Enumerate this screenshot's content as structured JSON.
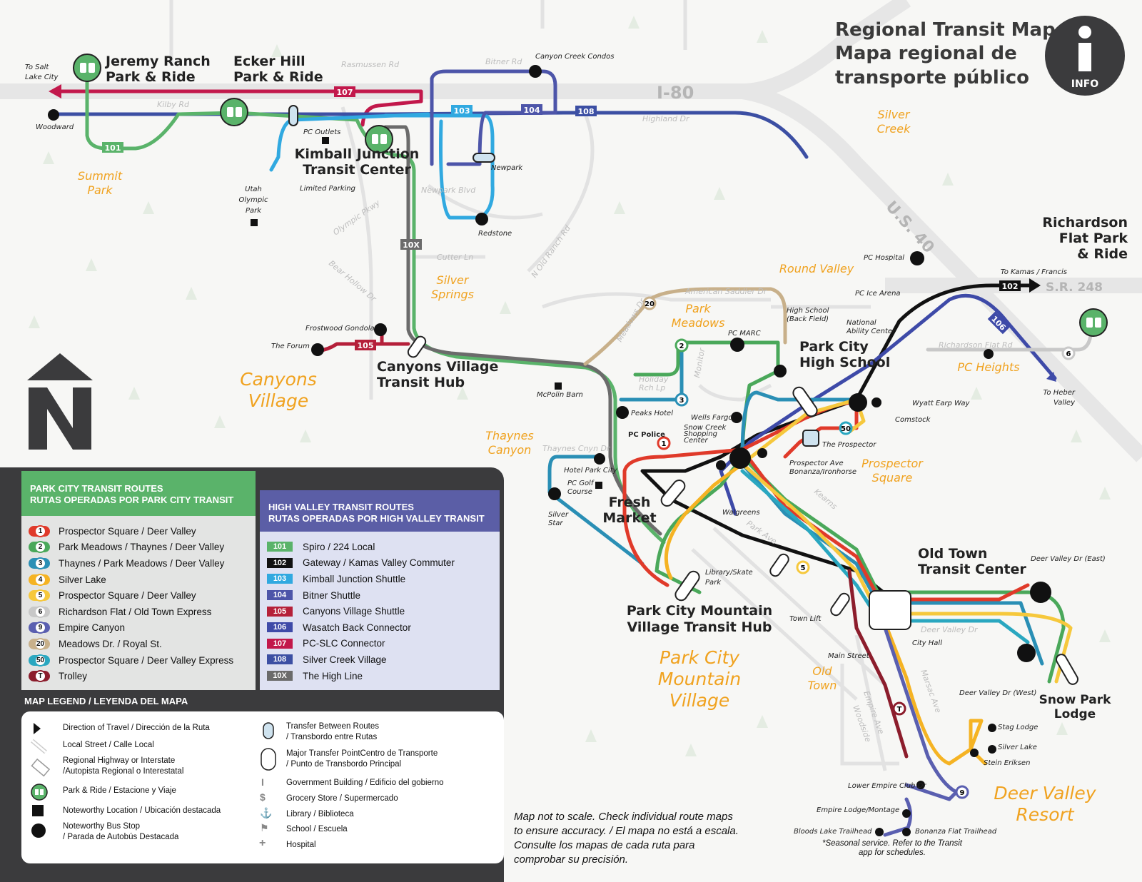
{
  "title": {
    "line1": "Regional Transit Map /",
    "line2": "Mapa regional de",
    "line3": "transporte público"
  },
  "info_label": "INFO",
  "colors": {
    "r1": "#e03a2a",
    "r2": "#4aa85a",
    "r3": "#2a8fb5",
    "r4": "#f5b323",
    "r5": "#f6c83c",
    "r6": "#c8c8c8",
    "r9": "#5a5fb0",
    "r20": "#c8b08a",
    "r50": "#2aa7c0",
    "rT": "#8c1d2c",
    "h101": "#5ab36a",
    "h102": "#111111",
    "h103": "#31a9e0",
    "h104": "#4d55a9",
    "h105": "#b5203a",
    "h106": "#3e4aa8",
    "h107": "#c2184b",
    "h108": "#3c4fa3",
    "h10x": "#6b6b6b"
  },
  "places": {
    "to_slc": "To Salt\nLake City",
    "woodward": "Woodward",
    "jeremy_ranch": "Jeremy Ranch\nPark & Ride",
    "ecker_hill": "Ecker Hill\nPark & Ride",
    "pc_outlets": "PC Outlets",
    "kimball": "Kimball Junction\nTransit Center",
    "limited_parking": "Limited Parking",
    "utah_olympic": "Utah\nOlympic\nPark",
    "summit_park": "Summit\nPark",
    "canyon_creek": "Canyon Creek Condos",
    "newpark": "Newpark",
    "redstone": "Redstone",
    "i80": "I-80",
    "silver_creek": "Silver\nCreek",
    "us40": "U.S. 40",
    "silver_springs": "Silver\nSprings",
    "round_valley": "Round Valley",
    "pc_hospital": "PC Hospital",
    "pc_ice": "PC Ice Arena",
    "richardson": "Richardson\nFlat Park\n& Ride",
    "to_kamas": "To Kamas / Francis",
    "sr248": "S.R. 248",
    "national_ability": "National\nAbility Center",
    "high_school_bf": "High School\n(Back Field)",
    "pchs": "Park City\nHigh School",
    "pc_heights": "PC Heights",
    "to_heber": "To Heber\nValley",
    "park_meadows": "Park\nMeadows",
    "pc_marc": "PC MARC",
    "frostwood": "Frostwood Gondola",
    "the_forum": "The Forum",
    "canyons_village": "Canyons\nVillage",
    "canyons_hub": "Canyons Village\nTransit Hub",
    "mcpolin": "McPolin Barn",
    "peaks_hotel": "Peaks Hotel",
    "thaynes_canyon": "Thaynes\nCanyon",
    "pc_police": "PC Police",
    "snow_creek": "Snow Creek\nShopping\nCenter",
    "wells_fargo": "Wells Fargo",
    "wyatt_earp": "Wyatt Earp Way",
    "comstock": "Comstock",
    "prospector": "The Prospector",
    "prospector_ave": "Prospector Ave\nBonanza/Ironhorse",
    "prospector_sq": "Prospector\nSquare",
    "hotel_pc": "Hotel Park City",
    "pc_golf": "PC Golf\nCourse",
    "silver_star": "Silver\nStar",
    "fresh_market": "Fresh\nMarket",
    "walgreens": "Walgreens",
    "library": "Library/Skate\nPark",
    "pcmv_hub": "Park City Mountain\nVillage Transit Hub",
    "pcmv": "Park City\nMountain\nVillage",
    "town_lift": "Town Lift",
    "old_town_tc": "Old Town\nTransit Center",
    "old_town": "Old\nTown",
    "main_street": "Main Street",
    "city_hall": "City Hall",
    "dv_east": "Deer Valley Dr (East)",
    "dv_west": "Deer Valley Dr (West)",
    "snow_park": "Snow Park\nLodge",
    "stag_lodge": "Stag Lodge",
    "silver_lake": "Silver Lake",
    "stein": "Stein Eriksen",
    "lower_empire": "Lower Empire Club Dr",
    "empire_lodge": "Empire Lodge/Montage",
    "bloods_lake": "Bloods Lake Trailhead",
    "bonanza_flat": "Bonanza Flat Trailhead",
    "dv_resort": "Deer Valley\nResort"
  },
  "roads": {
    "rasmussen": "Rasmussen Rd",
    "kilby": "Kilby Rd",
    "bitner": "Bitner Rd",
    "highland": "Highland Dr",
    "newpark_blvd": "Newpark Blvd",
    "olympic_pkwy": "Olympic Pkwy",
    "bear_hollow": "Bear Hollow Dr",
    "cutter": "Cutter Ln",
    "old_ranch": "N Old Ranch Rd",
    "american_saddler": "American Saddler Dr",
    "meadows_dr": "Meadows Dr",
    "monitor": "Monitor",
    "holiday_ranch": "Holiday\nRch Lp",
    "thaynes_cnyn": "Thaynes Cnyn Dr",
    "richardson_flat_rd": "Richardson Flat Rd",
    "deer_valley_dr": "Deer Valley Dr",
    "park_ave": "Park Ave",
    "marsac": "Marsac Ave",
    "kearns": "Kearns",
    "empire": "Empire Ave",
    "woodside": "Woodside"
  },
  "route_badges": {
    "b101": "101",
    "b103": "103",
    "b104": "104",
    "b107": "107",
    "b108": "108",
    "b105": "105",
    "b102": "102",
    "b10x": "10X",
    "b106": "106",
    "b2": "2",
    "b3": "3",
    "b1": "1",
    "b5": "5",
    "b20": "20",
    "b50": "50",
    "b6": "6",
    "b9": "9",
    "bT": "T"
  },
  "pc_routes": {
    "header1": "PARK CITY TRANSIT ROUTES",
    "header2": "RUTAS OPERADAS POR PARK CITY TRANSIT",
    "items": [
      {
        "num": "1",
        "name": "Prospector Square / Deer Valley",
        "color": "#e03a2a"
      },
      {
        "num": "2",
        "name": "Park Meadows / Thaynes / Deer Valley",
        "color": "#4aa85a"
      },
      {
        "num": "3",
        "name": "Thaynes / Park Meadows / Deer Valley",
        "color": "#2a8fb5"
      },
      {
        "num": "4",
        "name": "Silver Lake",
        "color": "#f5b323"
      },
      {
        "num": "5",
        "name": "Prospector Square / Deer Valley",
        "color": "#f6c83c"
      },
      {
        "num": "6",
        "name": "Richardson Flat / Old Town Express",
        "color": "#c8c8c8"
      },
      {
        "num": "9",
        "name": "Empire Canyon",
        "color": "#5a5fb0"
      },
      {
        "num": "20",
        "name": "Meadows Dr. / Royal St.",
        "color": "#c8b08a"
      },
      {
        "num": "50",
        "name": "Prospector Square / Deer Valley Express",
        "color": "#2aa7c0"
      },
      {
        "num": "T",
        "name": "Trolley",
        "color": "#8c1d2c"
      }
    ]
  },
  "hv_routes": {
    "header1": "HIGH VALLEY TRANSIT ROUTES",
    "header2": "RUTAS OPERADAS POR HIGH VALLEY TRANSIT",
    "items": [
      {
        "num": "101",
        "name": "Spiro / 224 Local",
        "color": "#5ab36a"
      },
      {
        "num": "102",
        "name": "Gateway / Kamas Valley Commuter",
        "color": "#111111"
      },
      {
        "num": "103",
        "name": "Kimball Junction Shuttle",
        "color": "#31a9e0"
      },
      {
        "num": "104",
        "name": "Bitner Shuttle",
        "color": "#4d55a9"
      },
      {
        "num": "105",
        "name": "Canyons Village Shuttle",
        "color": "#b5203a"
      },
      {
        "num": "106",
        "name": "Wasatch Back Connector",
        "color": "#3e4aa8"
      },
      {
        "num": "107",
        "name": "PC-SLC Connector",
        "color": "#c2184b"
      },
      {
        "num": "108",
        "name": "Silver Creek Village",
        "color": "#3c4fa3"
      },
      {
        "num": "10X",
        "name": "The High Line",
        "color": "#6b6b6b"
      }
    ]
  },
  "legend": {
    "title": "MAP LEGEND / LEYENDA DEL MAPA",
    "direction": "Direction of Travel / Dirección de la Ruta",
    "local_street": "Local Street / Calle Local",
    "highway": "Regional Highway or Interstate\n/Autopista Regional o Interestatal",
    "park_ride": "Park & Ride / Estacione y Viaje",
    "noteworthy_loc": "Noteworthy Location / Ubicación destacada",
    "noteworthy_stop": "Noteworthy Bus Stop\n/ Parada de Autobús Destacada",
    "transfer": "Transfer Between Routes\n/ Transbordo entre Rutas",
    "major_transfer": "Major Transfer PointCentro de Transporte\n/ Punto de Transbordo Principal",
    "gov": "Government Building / Edificio del gobierno",
    "grocery": "Grocery Store / Supermercado",
    "library": "Library / Biblioteca",
    "school": "School / Escuela",
    "hospital": "Hospital"
  },
  "note": "Map not to scale. Check individual route maps to ensure accuracy. / El mapa no está a escala. Consulte los mapas de cada ruta para comprobar su precisión.",
  "seasonal": "*Seasonal service. Refer to the Transit app for schedules."
}
